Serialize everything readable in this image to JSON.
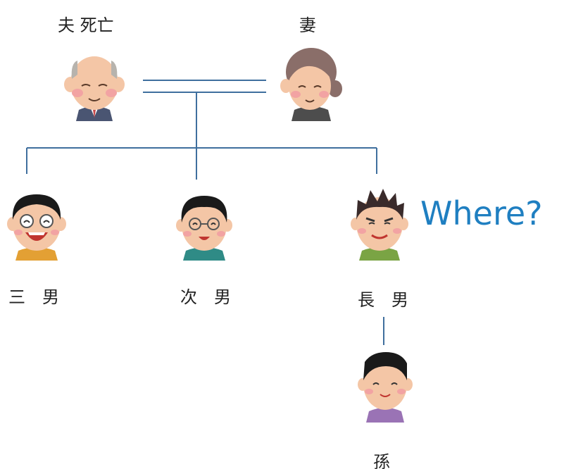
{
  "diagram": {
    "labels": {
      "husband": "夫 死亡",
      "wife": "妻",
      "third_son": "三　男",
      "second_son": "次　男",
      "eldest_son": "長　男",
      "grandchild": "孫"
    },
    "question": "Where?",
    "colors": {
      "line": "#3f6f9e",
      "question": "#1f7fc1"
    }
  }
}
